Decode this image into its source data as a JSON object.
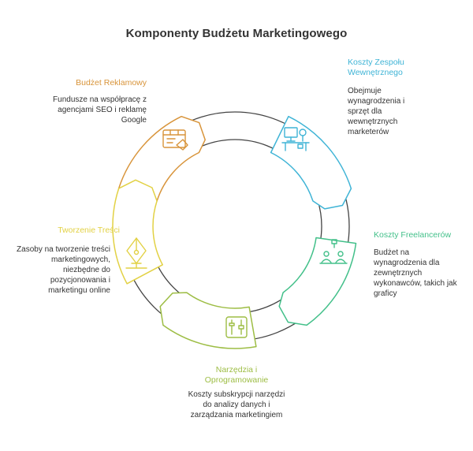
{
  "title": "Komponenty Budżetu Marketingowego",
  "colors": {
    "orange": "#D8943A",
    "blue": "#3FB4D6",
    "green": "#43C08A",
    "olive": "#9DBD44",
    "yellow": "#E2D144"
  },
  "segments": [
    {
      "name": "Budżet Reklamowy",
      "description": "Fundusze na współpracę z agencjami SEO i reklamę Google",
      "icon": "ad-screen-icon"
    },
    {
      "name": "Koszty Zespołu Wewnętrznego",
      "description": "Obejmuje wynagrodzenia i sprzęt dla wewnętrznych marketerów",
      "icon": "desk-computer-icon"
    },
    {
      "name": "Koszty Freelancerów",
      "description": "Budżet na wynagrodzenia dla zewnętrznych wykonawców, takich jak graficy",
      "icon": "freelancers-icon"
    },
    {
      "name": "Narzędzia i Oprogramowanie",
      "description": "Koszty subskrypcji narzędzi do analizy danych i zarządzania marketingiem",
      "icon": "tools-icon"
    },
    {
      "name": "Tworzenie Treści",
      "description": "Zasoby na tworzenie treści marketingowych, niezbędne do pozycjonowania i marketingu online",
      "icon": "pen-tool-icon"
    }
  ]
}
